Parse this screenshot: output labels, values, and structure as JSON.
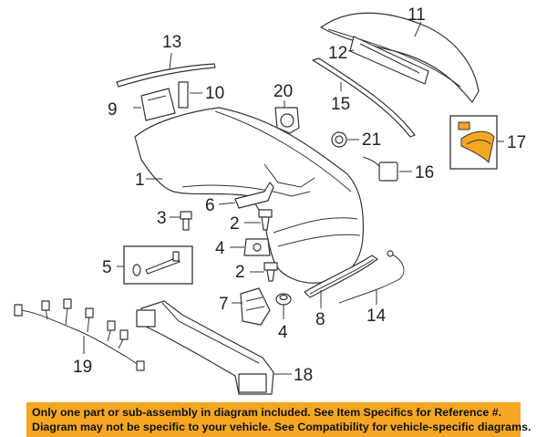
{
  "diagram": {
    "callouts": [
      "1",
      "2",
      "2",
      "3",
      "4",
      "5",
      "6",
      "7",
      "8",
      "9",
      "10",
      "11",
      "12",
      "13",
      "14",
      "15",
      "16",
      "17",
      "18",
      "19",
      "20",
      "21",
      "22"
    ],
    "highlight_color": "#f5a623"
  },
  "notice": {
    "line1": "Only one part or sub-assembly in diagram included. See Item Specifics for Reference #.",
    "line2": "Diagram may not be specific to your vehicle. See Compatibility for vehicle-specific diagrams.",
    "background": "#f5a623"
  }
}
